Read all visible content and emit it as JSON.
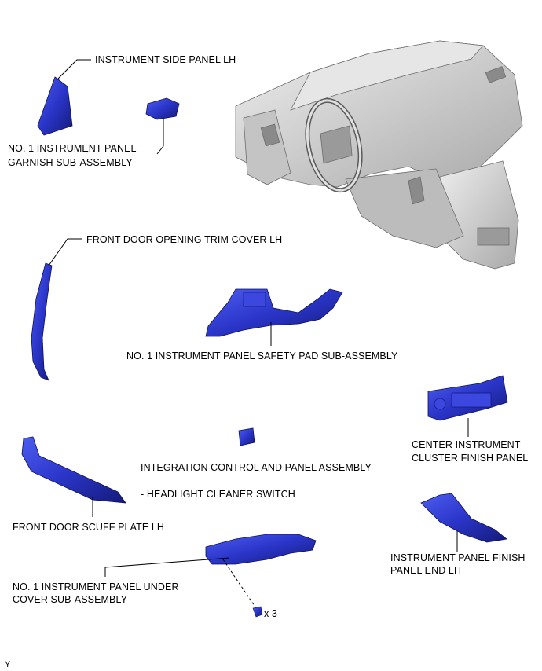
{
  "labels": {
    "side_panel": "INSTRUMENT SIDE PANEL LH",
    "garnish_line1": "NO. 1 INSTRUMENT PANEL",
    "garnish_line2": "GARNISH SUB-ASSEMBLY",
    "door_trim": "FRONT DOOR OPENING TRIM COVER LH",
    "safety_pad": "NO. 1 INSTRUMENT PANEL SAFETY PAD SUB-ASSEMBLY",
    "center_line1": "CENTER INSTRUMENT",
    "center_line2": "CLUSTER FINISH PANEL",
    "integration": "INTEGRATION CONTROL AND PANEL ASSEMBLY",
    "headlight": "- HEADLIGHT CLEANER SWITCH",
    "scuff": "FRONT DOOR SCUFF PLATE LH",
    "finish_end_line1": "INSTRUMENT PANEL FINISH",
    "finish_end_line2": "PANEL END LH",
    "under_cover_line1": "NO. 1 INSTRUMENT PANEL UNDER",
    "under_cover_line2": "COVER SUB-ASSEMBLY",
    "qty": "x 3",
    "corner": "Y"
  },
  "colors": {
    "part_blue": "#2a35c8",
    "part_dark": "#141a78",
    "dash_gray": "#d2d2d2",
    "line": "#000000"
  }
}
